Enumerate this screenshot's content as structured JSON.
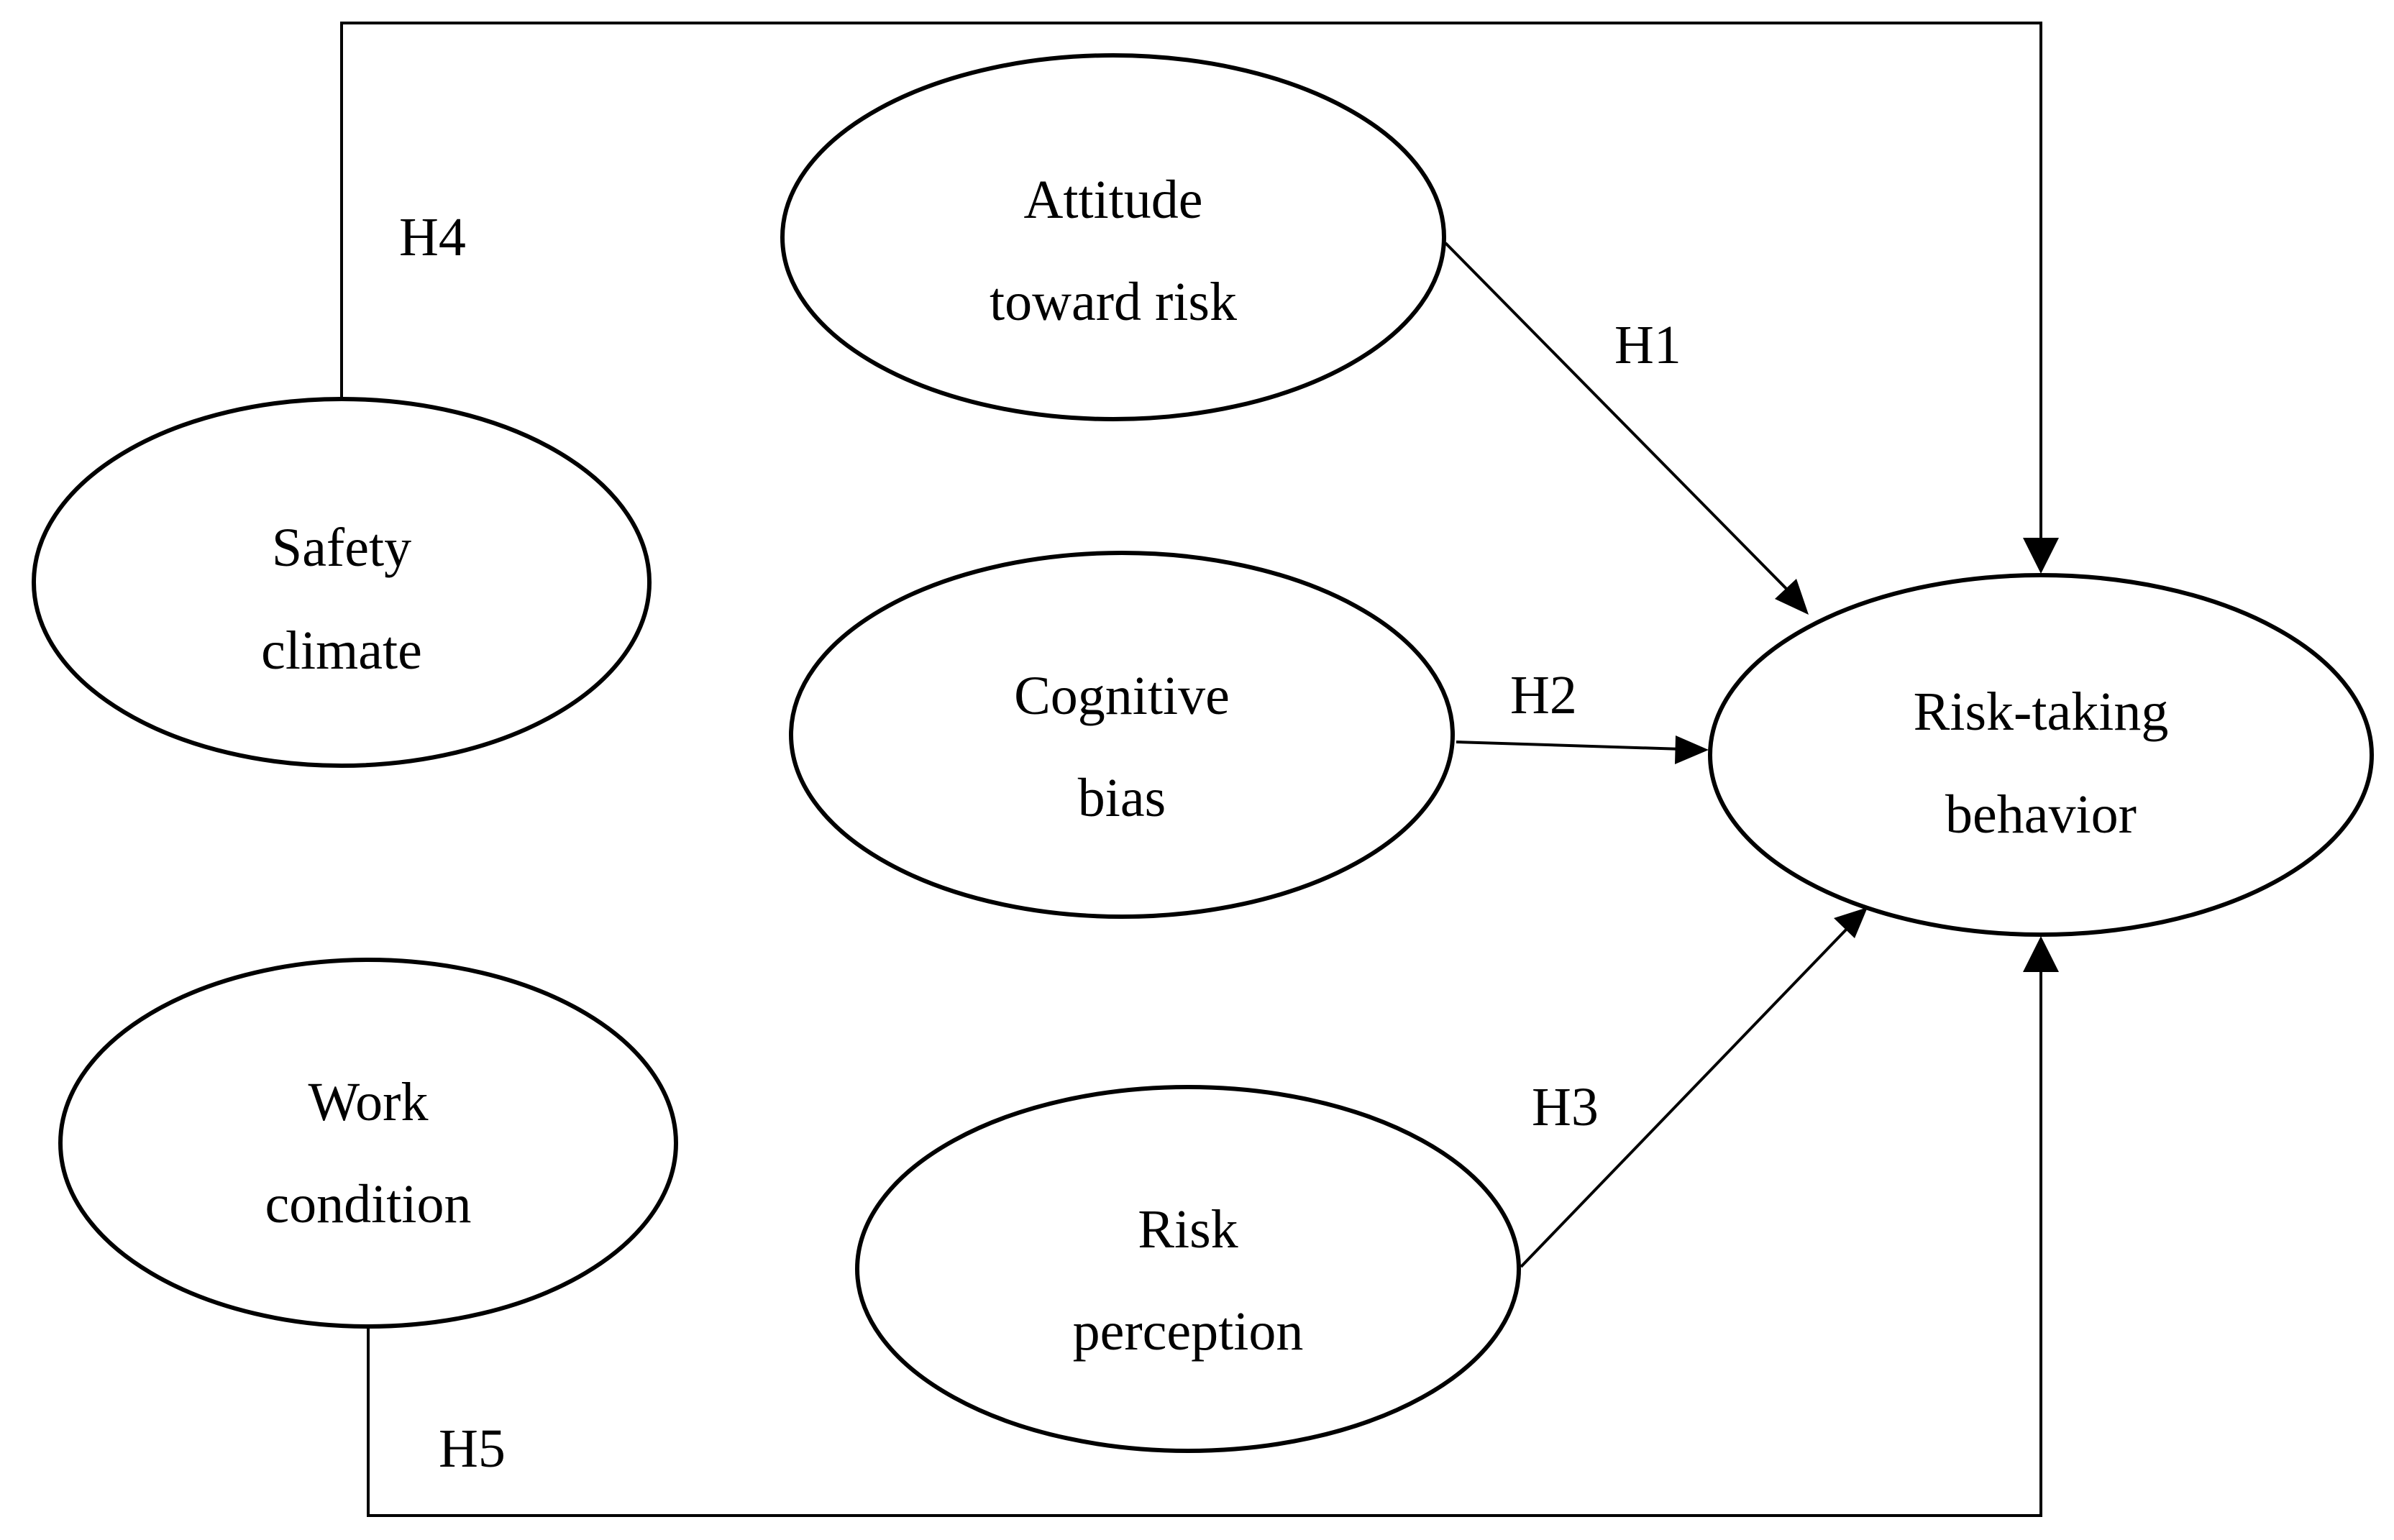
{
  "diagram": {
    "type": "structural-model",
    "nodes": {
      "attitude": {
        "line1": "Attitude",
        "line2": "toward risk"
      },
      "safety": {
        "line1": "Safety",
        "line2": "climate"
      },
      "cognitive": {
        "line1": "Cognitive",
        "line2": "bias"
      },
      "risk_taking": {
        "line1": "Risk-taking",
        "line2": "behavior"
      },
      "work": {
        "line1": "Work",
        "line2": "condition"
      },
      "perception": {
        "line1": "Risk",
        "line2": "perception"
      }
    },
    "edges": {
      "h1": {
        "label": "H1",
        "from": "Attitude toward risk",
        "to": "Risk-taking behavior"
      },
      "h2": {
        "label": "H2",
        "from": "Cognitive bias",
        "to": "Risk-taking behavior"
      },
      "h3": {
        "label": "H3",
        "from": "Risk perception",
        "to": "Risk-taking behavior"
      },
      "h4": {
        "label": "H4",
        "from": "Safety climate",
        "to": "Risk-taking behavior"
      },
      "h5": {
        "label": "H5",
        "from": "Work condition",
        "to": "Risk-taking behavior"
      }
    }
  }
}
